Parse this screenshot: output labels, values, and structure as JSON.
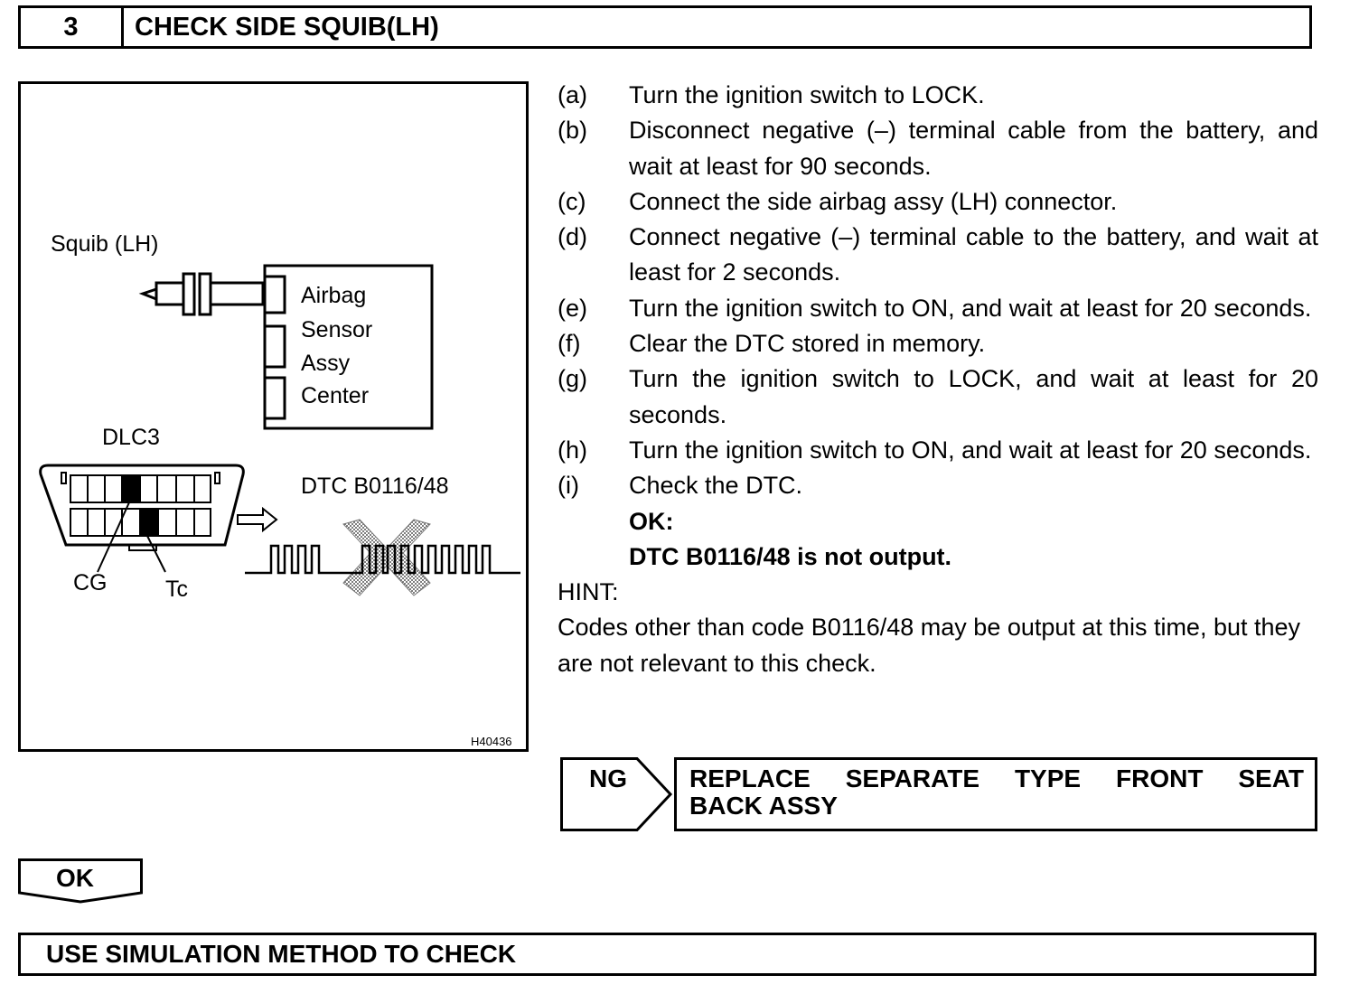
{
  "header": {
    "number": "3",
    "title": "CHECK SIDE SQUIB(LH)"
  },
  "figure": {
    "squib_label": "Squib (LH)",
    "ecu_lines": [
      "Airbag",
      "Sensor",
      "Assy",
      "Center"
    ],
    "dlc_label": "DLC3",
    "dtc_label": "DTC B0116/48",
    "cg_label": "CG",
    "tc_label": "Tc",
    "figure_code": "H40436"
  },
  "steps": [
    {
      "label": "(a)",
      "text": "Turn the ignition switch to LOCK."
    },
    {
      "label": "(b)",
      "text": "Disconnect negative (–) terminal cable from the battery, and wait at least for 90 seconds."
    },
    {
      "label": "(c)",
      "text": "Connect the side airbag assy (LH) connector."
    },
    {
      "label": "(d)",
      "text": "Connect negative (–) terminal cable to the battery, and wait at least for 2 seconds."
    },
    {
      "label": "(e)",
      "text": "Turn the ignition switch to ON, and wait at least for 20 seconds."
    },
    {
      "label": "(f)",
      "text": "Clear the DTC stored in memory."
    },
    {
      "label": "(g)",
      "text": "Turn the ignition switch to LOCK, and wait at least for 20 seconds."
    },
    {
      "label": "(h)",
      "text": "Turn the ignition switch to ON, and wait at least for 20 seconds."
    },
    {
      "label": "(i)",
      "text": "Check the DTC."
    }
  ],
  "ok_result": {
    "heading": "OK:",
    "text": "DTC B0116/48 is not output."
  },
  "hint": {
    "label": "HINT:",
    "text": "Codes other than code B0116/48 may be output at this time, but they are not relevant to this check."
  },
  "ng": {
    "label": "NG",
    "line1_words": [
      "REPLACE",
      "SEPARATE",
      "TYPE",
      "FRONT",
      "SEAT"
    ],
    "line2": "BACK ASSY"
  },
  "ok_tab": {
    "label": "OK"
  },
  "next_step": {
    "text": "USE SIMULATION METHOD TO CHECK"
  }
}
